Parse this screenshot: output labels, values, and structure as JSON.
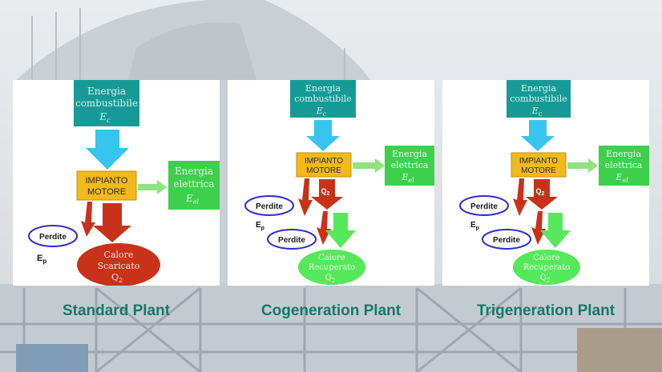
{
  "fuel_box": {
    "line1": "Energia",
    "line2": "combustibile",
    "symbol": "E",
    "sub": "c"
  },
  "engine_box": {
    "line1": "IMPIANTO",
    "line2": "MOTORE"
  },
  "electric_box": {
    "line1": "Energia",
    "line2": "elettrica",
    "symbol": "E",
    "sub": "el"
  },
  "losses": {
    "label": "Perdite",
    "symbol": "E",
    "sub": "p"
  },
  "heat_flow": {
    "symbol": "Q",
    "sub": "2"
  },
  "standard": {
    "caption": "Standard Plant",
    "exhaust": {
      "line1": "Calore",
      "line2": "Scaricato",
      "symbol": "Q",
      "sub": "2"
    }
  },
  "cogeneration": {
    "caption": "Cogeneration Plant",
    "recovered": {
      "line1": "Calore",
      "line2": "Recuperato",
      "symbol": "Q",
      "sub": "2"
    }
  },
  "trigeneration": {
    "caption": "Trigeneration Plant",
    "recovered": {
      "line1": "Calore",
      "line2": "Recuperato",
      "symbol": "Q",
      "sub": "2"
    }
  },
  "colors": {
    "teal_box": "#179a96",
    "engine_box": "#f2b91d",
    "electric_box": "#3ecf4c",
    "blue_arrow": "#38c4ee",
    "red_arrow": "#c8321a",
    "green_arrow": "#55e85a",
    "caption": "#137a66"
  }
}
